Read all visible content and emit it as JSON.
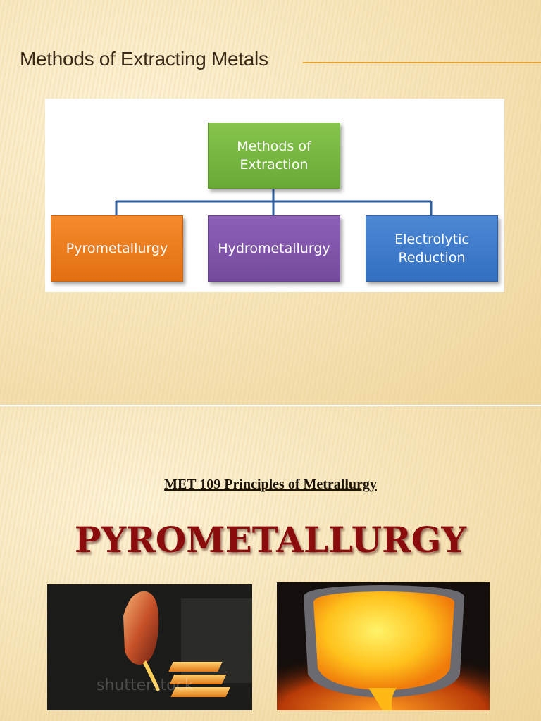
{
  "slide1": {
    "title": "Methods of Extracting Metals",
    "diagram": {
      "root": "Methods of\nExtraction",
      "children": [
        "Pyrometallurgy",
        "Hydrometallurgy",
        "Electrolytic\nReduction"
      ]
    }
  },
  "slide2": {
    "course": "MET 109 Principles of Metrallurgy",
    "heading": "PYROMETALLURGY",
    "photo1_watermark": "shutterstock"
  }
}
